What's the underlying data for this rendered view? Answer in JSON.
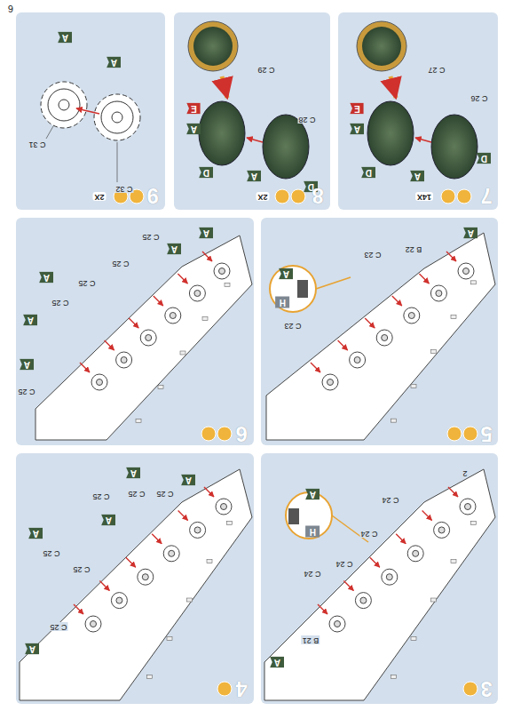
{
  "diagram": {
    "labels": [
      "6",
      "C 31",
      "C 32",
      "A",
      "A",
      "9",
      "2X",
      "C 29",
      "C 28",
      "E",
      "A",
      "D",
      "A",
      "D",
      "8",
      "2X",
      "C 27",
      "C 26",
      "E",
      "A",
      "D",
      "A",
      "D",
      "7",
      "14X",
      "C 25",
      "C 25",
      "C 25",
      "C 25",
      "C 25",
      "A",
      "A",
      "A",
      "A",
      "A",
      "6",
      "A",
      "B 22",
      "C 23",
      "C 23",
      "A",
      "H",
      "5",
      "C 25",
      "C 25",
      "C 25",
      "C 25",
      "C 25",
      "C 25",
      "A",
      "A",
      "A",
      "A",
      "A",
      "4",
      "2",
      "C 24",
      "C 24",
      "C 24",
      "C 24",
      "B 21",
      "A",
      "A",
      "H",
      "3"
    ]
  }
}
